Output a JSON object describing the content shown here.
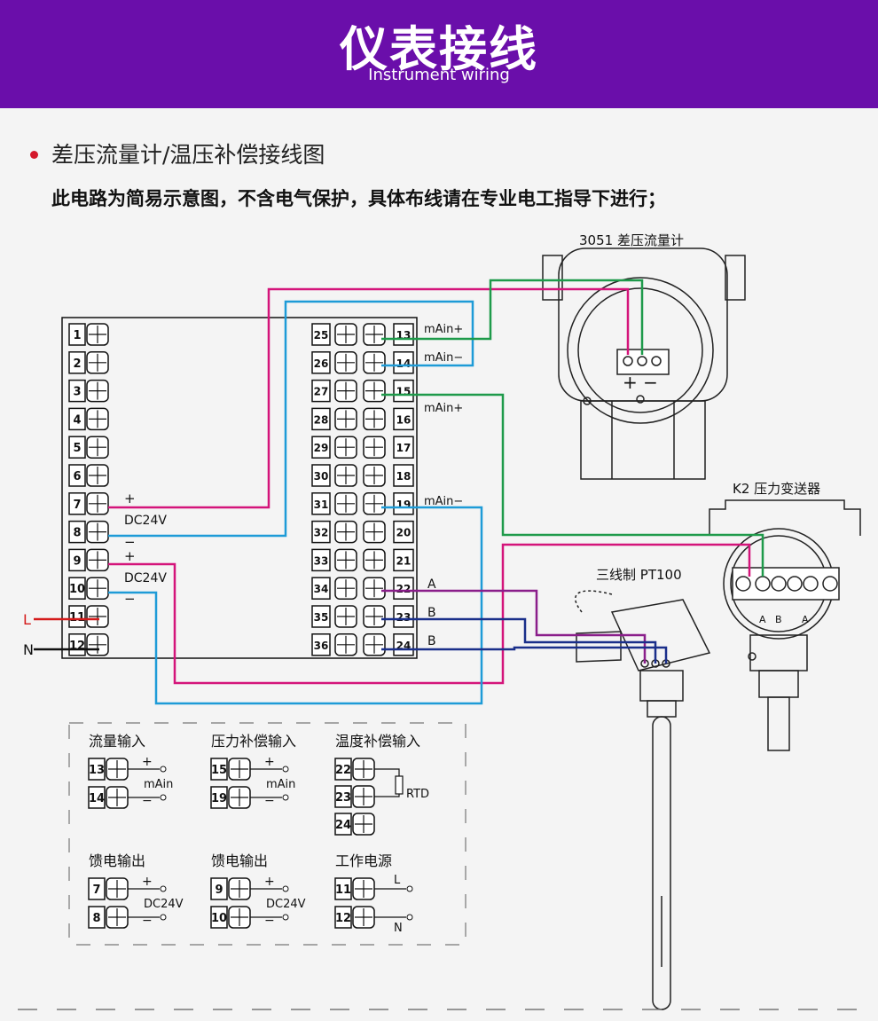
{
  "header": {
    "title": "仪表接线",
    "subtitle": "Instrument wiring"
  },
  "section": {
    "title": "差压流量计/温压补偿接线图",
    "note": "此电路为简易示意图，不含电气保护，具体布线请在专业电工指导下进行；"
  },
  "colors": {
    "banner": "#6a0eaa",
    "magenta": "#d4147a",
    "green": "#1e9a4a",
    "blue": "#1e9bd7",
    "purple": "#8a1e8a",
    "navy": "#1a2f8a",
    "red": "#d41a1a"
  },
  "terminals": {
    "left_numbers": [
      "1",
      "2",
      "3",
      "4",
      "5",
      "6",
      "7",
      "8",
      "9",
      "10",
      "11",
      "12"
    ],
    "mid_numbers": [
      "25",
      "26",
      "27",
      "28",
      "29",
      "30",
      "31",
      "32",
      "33",
      "34",
      "35",
      "36"
    ],
    "right_numbers": [
      "13",
      "14",
      "15",
      "16",
      "17",
      "18",
      "19",
      "20",
      "21",
      "22",
      "23",
      "24"
    ]
  },
  "labels": {
    "plus": "+",
    "minus": "−",
    "dc24v": "DC24V",
    "main_plus": "mAin+",
    "main_minus": "mAin−",
    "a": "A",
    "b": "B",
    "l": "L",
    "n": "N"
  },
  "devices": {
    "flowmeter": "3051 差压流量计",
    "transmitter": "K2 压力变送器",
    "pt100": "三线制 PT100",
    "transmitter_terminals": [
      "A",
      "B",
      "A"
    ],
    "flow_pm": "+ −"
  },
  "legend": {
    "flow_input": {
      "title": "流量输入",
      "t1": "13",
      "t2": "14",
      "label": "mAin"
    },
    "pressure_input": {
      "title": "压力补偿输入",
      "t1": "15",
      "t2": "19",
      "label": "mAin"
    },
    "temp_input": {
      "title": "温度补偿输入",
      "t1": "22",
      "t2": "23",
      "t3": "24",
      "label": "RTD"
    },
    "feed_out_1": {
      "title": "馈电输出",
      "t1": "7",
      "t2": "8",
      "label": "DC24V"
    },
    "feed_out_2": {
      "title": "馈电输出",
      "t1": "9",
      "t2": "10",
      "label": "DC24V"
    },
    "power": {
      "title": "工作电源",
      "t1": "11",
      "t2": "12",
      "l": "L",
      "n": "N"
    }
  }
}
